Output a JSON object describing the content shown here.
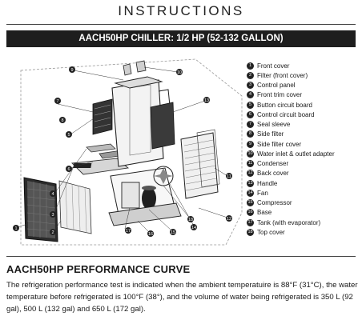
{
  "header": {
    "title": "INSTRUCTIONS",
    "banner": "AACH50HP CHILLER: 1/2 HP (52-132 GALLON)"
  },
  "parts": [
    {
      "n": "1",
      "label": "Front cover"
    },
    {
      "n": "2",
      "label": "Filter (front cover)"
    },
    {
      "n": "3",
      "label": "Control panel"
    },
    {
      "n": "4",
      "label": "Front trim cover"
    },
    {
      "n": "5",
      "label": "Button circuit board"
    },
    {
      "n": "6",
      "label": "Control circuit board"
    },
    {
      "n": "7",
      "label": "Seal sleeve"
    },
    {
      "n": "8",
      "label": "Side filter"
    },
    {
      "n": "9",
      "label": "Side filter cover"
    },
    {
      "n": "10",
      "label": "Water inlet & outlet adapter"
    },
    {
      "n": "11",
      "label": "Condenser"
    },
    {
      "n": "12",
      "label": "Back cover"
    },
    {
      "n": "13",
      "label": "Handle"
    },
    {
      "n": "14",
      "label": "Fan"
    },
    {
      "n": "15",
      "label": "Compressor"
    },
    {
      "n": "16",
      "label": "Base"
    },
    {
      "n": "17",
      "label": "Tank (with evaporator)"
    },
    {
      "n": "18",
      "label": "Top cover"
    }
  ],
  "performance": {
    "title": "AACH50HP PERFORMANCE CURVE",
    "text": "The refrigeration performance test is indicated when the ambient temperatuire is 88°F (31°C), the water temperature before refrigerated is 100°F (38°), and the volume of water being refrigerated is 350 L (92 gal), 500 L (132 gal) and 650 L (172 gal)."
  }
}
